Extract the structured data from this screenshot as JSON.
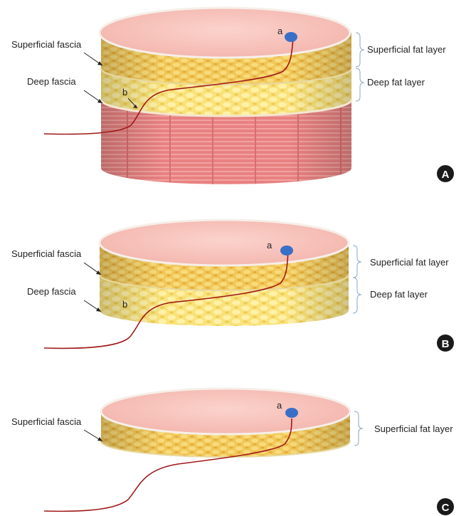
{
  "panels": [
    {
      "id": "A",
      "badge": "A",
      "labels": {
        "superficial_fascia": "Superficial fascia",
        "deep_fascia": "Deep fascia",
        "point_a": "a",
        "point_b": "b",
        "superficial_fat_layer": "Superficial fat layer",
        "deep_fat_layer": "Deep fat layer"
      }
    },
    {
      "id": "B",
      "badge": "B",
      "labels": {
        "superficial_fascia": "Superficial fascia",
        "deep_fascia": "Deep fascia",
        "point_a": "a",
        "point_b": "b",
        "superficial_fat_layer": "Superficial fat layer",
        "deep_fat_layer": "Deep fat layer"
      }
    },
    {
      "id": "C",
      "badge": "C",
      "labels": {
        "superficial_fascia": "Superficial fascia",
        "point_a": "a",
        "superficial_fat_layer": "Superficial fat layer"
      }
    }
  ],
  "colors": {
    "skin_top": "#f7c3bc",
    "fat": "#f0c64a",
    "fat_light": "#fbe57a",
    "muscle": "#e98080",
    "vessel": "#a01818",
    "perforator_dot": "#3a6fc7",
    "badge": "#1a1a1a"
  }
}
